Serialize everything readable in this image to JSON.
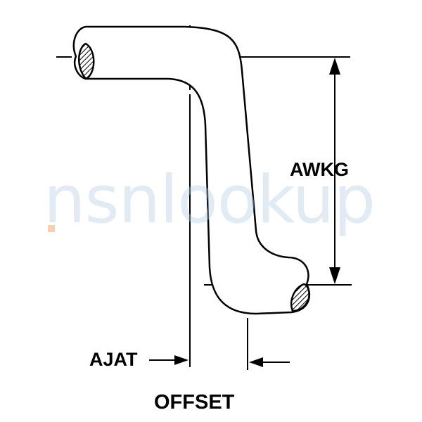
{
  "diagram": {
    "labels": {
      "dimension_vertical": "AWKG",
      "dimension_horizontal": "AJAT",
      "caption": "OFFSET"
    },
    "watermark": {
      "text": "nsnlookup",
      "color": "#b6cfe3",
      "dot_color": "#ee8a3a"
    },
    "colors": {
      "line": "#000000",
      "background": "#ffffff"
    }
  }
}
